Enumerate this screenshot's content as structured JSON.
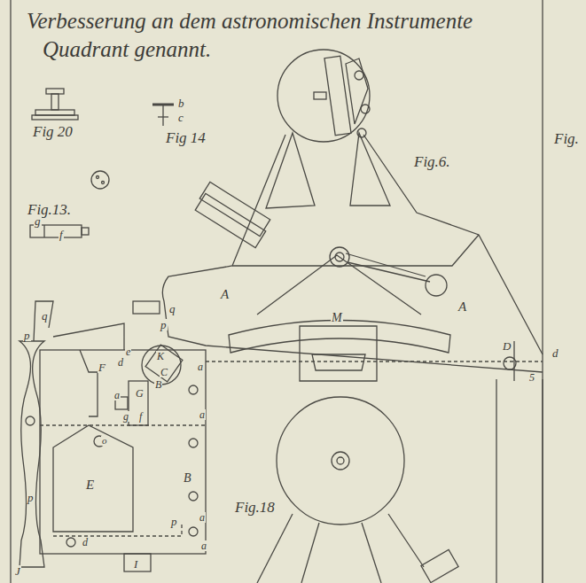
{
  "diagram": {
    "title": "Verbesserung an dem astronomischen Instrumente Quadrant genannt.",
    "labels": [
      "Fig 20",
      "Fig 14",
      "b",
      "c",
      "Fig.13.",
      "g",
      "f",
      "Fig.6.",
      "A",
      "A",
      "M",
      "D",
      "5",
      "d",
      "Fig.",
      "q",
      "p",
      "q",
      "p",
      "F",
      "e",
      "d",
      "K",
      "C",
      "B",
      "a",
      "G",
      "g",
      "f",
      "a",
      "o",
      "a",
      "B",
      "E",
      "p",
      "a",
      "p",
      "a",
      "d",
      "I",
      "J",
      "Fig.18"
    ]
  }
}
